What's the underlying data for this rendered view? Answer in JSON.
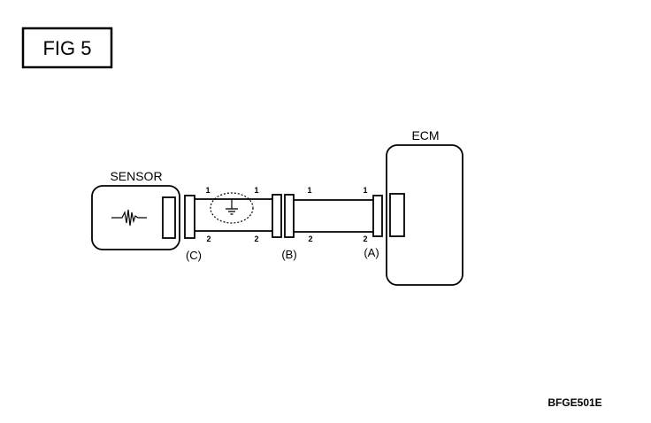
{
  "figure": {
    "label": "FIG 5"
  },
  "sensor": {
    "label": "SENSOR"
  },
  "ecm": {
    "label": "ECM"
  },
  "connectors": {
    "a": "(A)",
    "b": "(B)",
    "c": "(C)"
  },
  "pins": {
    "c_b_top_left": "1",
    "c_b_top_right": "1",
    "c_b_bottom_left": "2",
    "c_b_bottom_right": "2",
    "b_a_top_left": "1",
    "b_a_top_right": "1",
    "b_a_bottom_left": "2",
    "b_a_bottom_right": "2"
  },
  "icons": {
    "shield": "shield-ground-icon",
    "signal": "signal-waveform-icon"
  },
  "figure_code": "BFGE501E"
}
